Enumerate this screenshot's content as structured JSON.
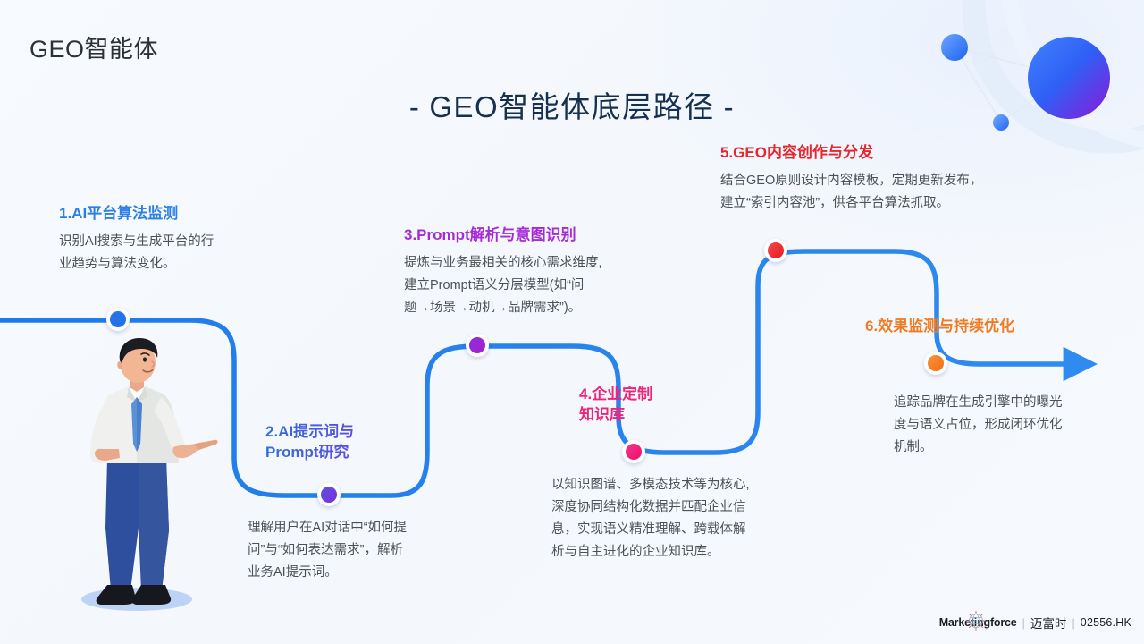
{
  "header": {
    "page_title": "GEO智能体",
    "main_title": "GEO智能体底层路径",
    "title_dash_left": "-",
    "title_dash_right": "-"
  },
  "colors": {
    "background": "#f6f9fd",
    "path_blue": "#1f7ae8",
    "step1": "#2a7fe8",
    "step2_gradient_start": "#2f6ee0",
    "step2_gradient_end": "#7b3ae0",
    "step3": "#a62bd6",
    "step4": "#f0237a",
    "step5": "#e8262b",
    "step6": "#f07b22",
    "title_color": "#16304f"
  },
  "steps": [
    {
      "id": "step-1",
      "number": "1.",
      "title": "1.AI平台算法监测",
      "body": "识别AI搜索与生成平台的行\n业趋势与算法变化。",
      "dot_color": "#2471e8",
      "title_color": "#2a7fe8"
    },
    {
      "id": "step-2",
      "number": "2.",
      "title": "2.AI提示词与\nPrompt研究",
      "body": "理解用户在AI对话中“如何提\n问”与“如何表达需求”，解析\n业务AI提示词。",
      "dot_color": "#6236d6",
      "title_color": "gradient"
    },
    {
      "id": "step-3",
      "number": "3.",
      "title": "3.Prompt解析与意图识别",
      "body": "提炼与业务最相关的核心需求维度,\n建立Prompt语义分层模型(如“问\n题→场景→动机→品牌需求”)。",
      "dot_color": "#8f1fd4",
      "title_color": "#a62bd6"
    },
    {
      "id": "step-4",
      "number": "4.",
      "title": "4.企业定制\n知识库",
      "body": "以知识图谱、多模态技术等为核心,\n深度协同结构化数据并匹配企业信\n息，实现语义精准理解、跨载体解\n析与自主进化的企业知识库。",
      "dot_color": "#f0237a",
      "title_color": "#f0237a"
    },
    {
      "id": "step-5",
      "number": "5.",
      "title": "5.GEO内容创作与分发",
      "body": "结合GEO原则设计内容模板，定期更新发布，\n建立“索引内容池”，供各平台算法抓取。",
      "dot_color": "#e8262b",
      "title_color": "#e8262b"
    },
    {
      "id": "step-6",
      "number": "6.",
      "title": "6.效果监测与持续优化",
      "body": "追踪品牌在生成引擎中的曝光\n度与语义占位，形成闭环优化\n机制。",
      "dot_color": "#f07b22",
      "title_color": "#f07b22"
    }
  ],
  "logo": {
    "word": "Marketingforce",
    "separator": "|",
    "chinese": "迈富时",
    "ticker": "02556.HK"
  }
}
